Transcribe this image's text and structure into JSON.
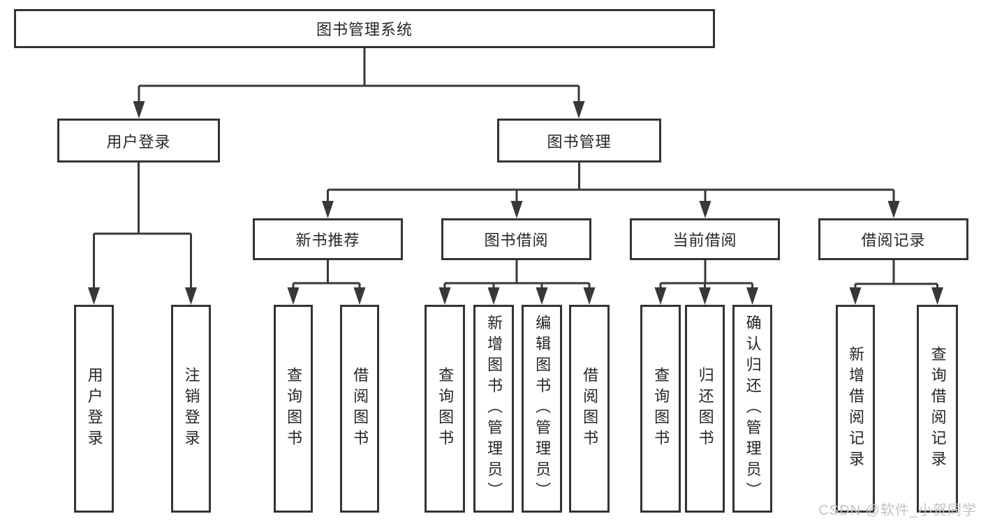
{
  "diagram": {
    "type": "tree",
    "colors": {
      "line": "#383838",
      "box_border": "#333333",
      "text": "#262626",
      "background": "#ffffff",
      "watermark_text": "#c6c2c2"
    },
    "root": {
      "label": "图书管理系统",
      "children": [
        {
          "label": "用户登录",
          "children": [
            {
              "label": "用户登录"
            },
            {
              "label": "注销登录"
            }
          ]
        },
        {
          "label": "图书管理",
          "children": [
            {
              "label": "新书推荐",
              "children": [
                {
                  "label": "查询图书"
                },
                {
                  "label": "借阅图书"
                }
              ]
            },
            {
              "label": "图书借阅",
              "children": [
                {
                  "label": "查询图书"
                },
                {
                  "label": "新增图书（管理员）"
                },
                {
                  "label": "编辑图书（管理员）"
                },
                {
                  "label": "借阅图书"
                }
              ]
            },
            {
              "label": "当前借阅",
              "children": [
                {
                  "label": "查询图书"
                },
                {
                  "label": "归还图书"
                },
                {
                  "label": "确认归还（管理员）"
                }
              ]
            },
            {
              "label": "借阅记录",
              "children": [
                {
                  "label": "新增借阅记录"
                },
                {
                  "label": "查询借阅记录"
                }
              ]
            }
          ]
        }
      ]
    },
    "watermark": "CSDN @软件_小贺同学"
  }
}
